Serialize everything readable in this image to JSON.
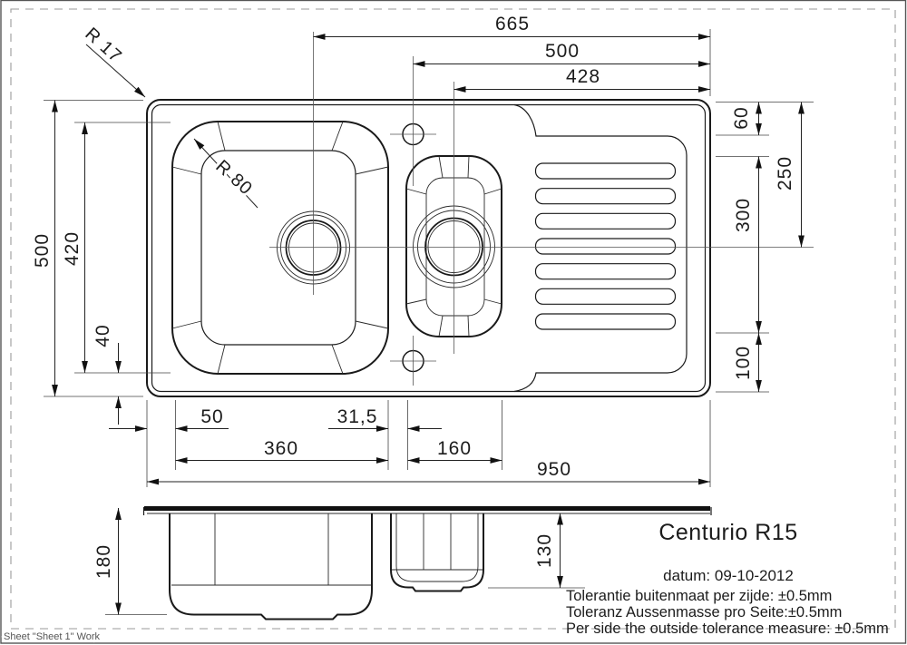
{
  "page": {
    "sheet_label": "Sheet \"Sheet 1\" Work"
  },
  "title_block": {
    "product_name": "Centurio R15",
    "date": "datum: 09-10-2012",
    "tolerances": {
      "nl": "Tolerantie buitenmaat per zijde: ±0.5mm",
      "de": "Toleranz Aussenmasse pro Seite:±0.5mm",
      "en": "Per side the outside tolerance measure: ±0.5mm"
    }
  },
  "dimensions": {
    "top": {
      "to_main_drain": "665",
      "to_tap_holes": "500",
      "to_small_drain": "428"
    },
    "left": {
      "overall_depth": "500",
      "bowl_depth": "420",
      "bowl_to_edge": "40"
    },
    "right": {
      "rim_to_drainboard": "60",
      "edge_to_centerline": "250",
      "rib_field": "300",
      "rib_to_edge": "100"
    },
    "bottom": {
      "edge_to_bowl": "50",
      "bowl_gap": "31,5",
      "main_bowl_width": "360",
      "small_bowl_width": "160",
      "overall_width": "950"
    },
    "side": {
      "main_bowl_depth": "180",
      "small_bowl_depth": "130"
    },
    "radii": {
      "rim_corner": "R 17",
      "bowl_corner": "R 80"
    }
  },
  "colors": {
    "line": "#1a1a1a",
    "thin_line": "#555555",
    "dashed_border": "#9a9a9a",
    "background": "#ffffff"
  }
}
